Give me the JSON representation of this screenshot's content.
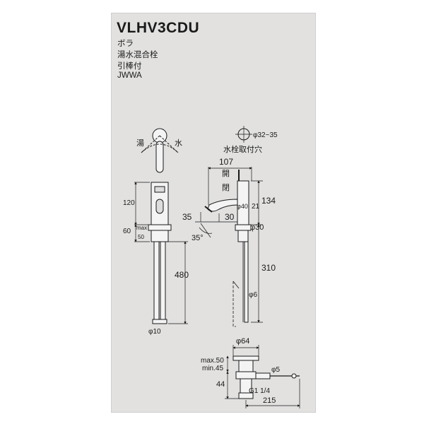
{
  "header": {
    "model": "VLHV3CDU",
    "lines": [
      "ボラ",
      "湯水混合栓",
      "引棒付",
      "JWWA"
    ]
  },
  "front_view": {
    "hot_label": "湯",
    "cold_label": "水",
    "dim_120": "120",
    "dim_60": "60",
    "dim_max": "max",
    "dim_50": "50",
    "dim_480": "480",
    "dim_phi10": "φ10"
  },
  "side_view": {
    "hole_dia": "φ32~35",
    "hole_label": "水栓取付穴",
    "dim_107": "107",
    "open1": "開",
    "open2": "閉",
    "dim_phi40": "φ40",
    "dim_21": "21",
    "dim_134": "134",
    "dim_35": "35",
    "dim_30": "30",
    "dim_phi30": "φ30",
    "angle": "35°",
    "dim_310": "310",
    "dim_phi6": "φ6"
  },
  "bottom_view": {
    "dim_phi64": "φ64",
    "max50": "max.50",
    "min45": "min.45",
    "dim_phi5": "φ5",
    "dim_44": "44",
    "thread": "G1 1/4",
    "dim_215": "215"
  },
  "colors": {
    "panel": "#e2e1e0",
    "line": "#1a1a1a",
    "metal": "#f4f4f4"
  }
}
